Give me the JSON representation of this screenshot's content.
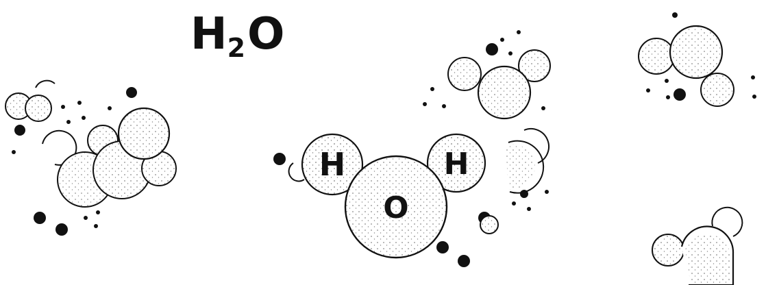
{
  "title": {
    "element": "H",
    "subscript": "2",
    "suffix": "O"
  },
  "central_molecule": {
    "atoms": [
      {
        "label": "H"
      },
      {
        "label": "H"
      },
      {
        "label": "O"
      }
    ]
  }
}
